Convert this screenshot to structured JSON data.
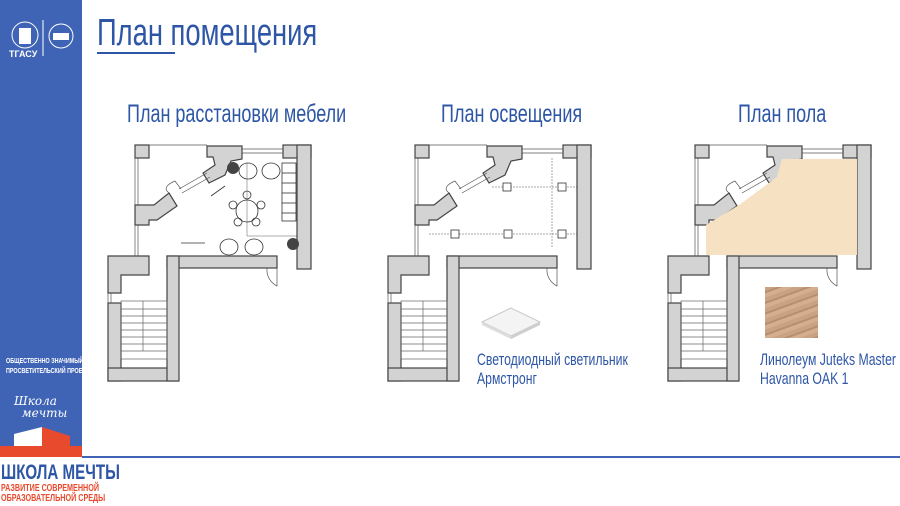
{
  "header": {
    "title": "План помещения"
  },
  "sidebar": {
    "logo_text": "ТГАСУ",
    "project_line1": "ОБЩЕСТВЕННО ЗНАЧИМЫЙ",
    "project_line2": "ПРОСВЕТИТЕЛЬСКИЙ ПРОЕКТ",
    "school_logo_line1": "Школа",
    "school_logo_line2": "мечты"
  },
  "footer": {
    "brand": "ШКОЛА МЕЧТЫ",
    "tagline1": "РАЗВИТИЕ СОВРЕМЕННОЙ",
    "tagline2": "ОБРАЗОВАТЕЛЬНОЙ СРЕДЫ"
  },
  "plans": [
    {
      "title": "План расстановки мебели"
    },
    {
      "title": "План освещения",
      "caption_line1": "Светодиодный светильник",
      "caption_line2": "Армстронг"
    },
    {
      "title": "План пола",
      "caption_line1": "Линолеум Juteks Master",
      "caption_line2": "Havanna OAK 1"
    }
  ],
  "colors": {
    "brand_blue": "#3f64b5",
    "text_blue": "#2e56a6",
    "accent_red": "#e84a2e",
    "floor_fill": "#f6e2c2"
  }
}
